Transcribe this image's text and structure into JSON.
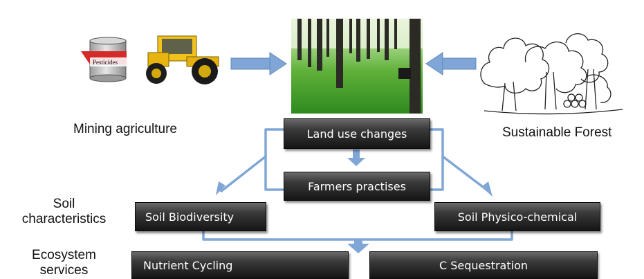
{
  "sources": {
    "left_label": "Mining agriculture",
    "right_label": "Sustainable Forest",
    "can_label": "Pesticides"
  },
  "center": {
    "land_use": "Land use changes",
    "farmers": "Farmers practises"
  },
  "rows": {
    "soil_label_line1": "Soil",
    "soil_label_line2": "characteristics",
    "eco_label_line1": "Ecosystem",
    "eco_label_line2": "services"
  },
  "boxes": {
    "soil_biodiversity": "Soil Biodiversity",
    "soil_physico": "Soil Physico-chemical",
    "nutrient_cycling": "Nutrient Cycling",
    "c_sequestration": "C Sequestration"
  },
  "colors": {
    "arrow_blue": "#7fa6d6",
    "box_dark": "#262626",
    "forest_green": "#4aa12f"
  }
}
